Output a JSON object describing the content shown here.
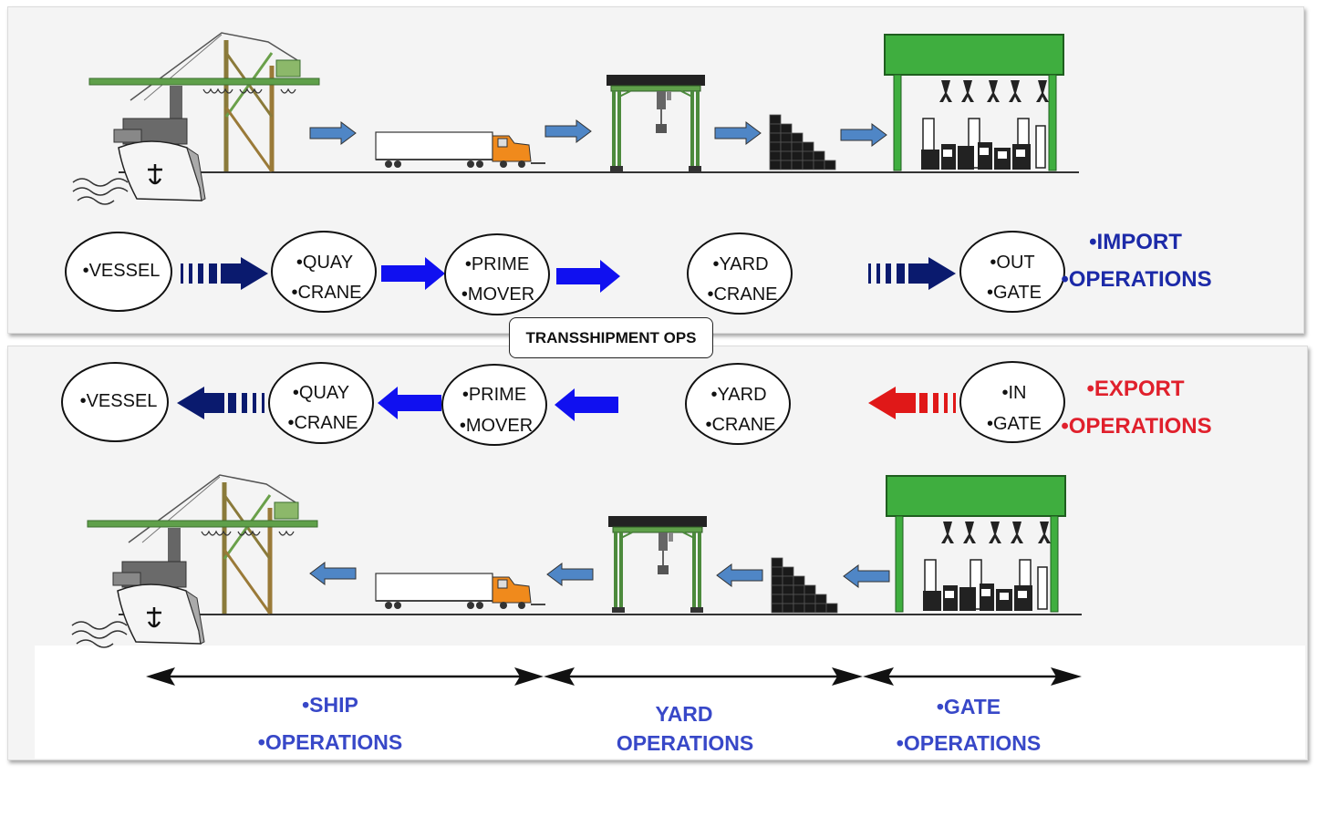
{
  "import": {
    "nodes": [
      {
        "lines": [
          "•VESSEL"
        ]
      },
      {
        "lines": [
          "•QUAY",
          "•CRANE"
        ]
      },
      {
        "lines": [
          "•PRIME",
          "•MOVER"
        ]
      },
      {
        "lines": [
          "•YARD",
          "•CRANE"
        ]
      },
      {
        "lines": [
          "•OUT",
          "•GATE"
        ]
      }
    ],
    "label_1": "•IMPORT",
    "label_2": "•OPERATIONS"
  },
  "export": {
    "nodes": [
      {
        "lines": [
          "•VESSEL"
        ]
      },
      {
        "lines": [
          "•QUAY",
          "•CRANE"
        ]
      },
      {
        "lines": [
          "•PRIME",
          "•MOVER"
        ]
      },
      {
        "lines": [
          "•YARD",
          "•CRANE"
        ]
      },
      {
        "lines": [
          "•IN",
          "•GATE"
        ]
      }
    ],
    "label_1": "•EXPORT",
    "label_2": "•OPERATIONS"
  },
  "transshipment_label": "TRANSSHIPMENT OPS",
  "ship_ops": {
    "line1": "•SHIP",
    "line2": "•OPERATIONS"
  },
  "yard_ops": {
    "line1": "YARD",
    "line2": "OPERATIONS"
  },
  "gate_ops": {
    "line1": "•GATE",
    "line2": "•OPERATIONS"
  },
  "colors": {
    "crane_green": "#5fa04a",
    "crane_brown": "#9a7a38",
    "arrow_steel": "#4f86c6",
    "arrow_blue": "#1010f0",
    "arrow_navy": "#0a1a6e",
    "arrow_red": "#e01818",
    "gate_green": "#3fae3f",
    "truck_orange": "#f08a1c"
  }
}
